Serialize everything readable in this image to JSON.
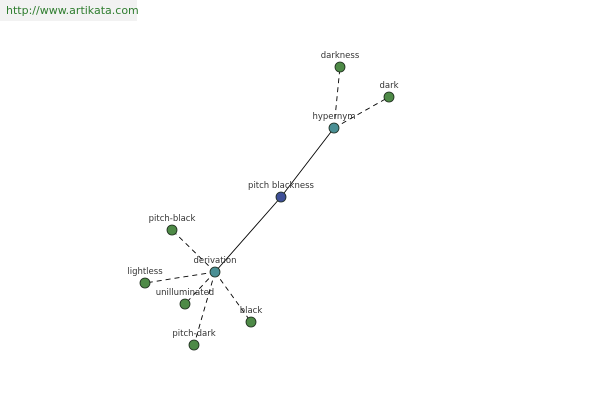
{
  "header": {
    "site_link": "http://www.artikata.com"
  },
  "graph": {
    "colors": {
      "center": "#3e4f96",
      "relation": "#4a8f94",
      "word": "#4e8a47"
    },
    "nodes": [
      {
        "id": "pitch-blackness",
        "label": "pitch blackness",
        "kind": "center"
      },
      {
        "id": "hypernym",
        "label": "hypernym",
        "kind": "relation"
      },
      {
        "id": "derivation",
        "label": "derivation",
        "kind": "relation"
      },
      {
        "id": "darkness",
        "label": "darkness",
        "kind": "word"
      },
      {
        "id": "dark",
        "label": "dark",
        "kind": "word"
      },
      {
        "id": "pitch-black",
        "label": "pitch-black",
        "kind": "word"
      },
      {
        "id": "lightless",
        "label": "lightless",
        "kind": "word"
      },
      {
        "id": "unilluminated",
        "label": "unilluminated",
        "kind": "word"
      },
      {
        "id": "black",
        "label": "black",
        "kind": "word"
      },
      {
        "id": "pitch-dark",
        "label": "pitch-dark",
        "kind": "word"
      }
    ],
    "edges": [
      {
        "from": "pitch-blackness",
        "to": "hypernym",
        "style": "solid"
      },
      {
        "from": "pitch-blackness",
        "to": "derivation",
        "style": "solid"
      },
      {
        "from": "hypernym",
        "to": "darkness",
        "style": "dashed"
      },
      {
        "from": "hypernym",
        "to": "dark",
        "style": "dashed"
      },
      {
        "from": "derivation",
        "to": "pitch-black",
        "style": "dashed"
      },
      {
        "from": "derivation",
        "to": "lightless",
        "style": "dashed"
      },
      {
        "from": "derivation",
        "to": "unilluminated",
        "style": "dashed"
      },
      {
        "from": "derivation",
        "to": "black",
        "style": "dashed"
      },
      {
        "from": "derivation",
        "to": "pitch-dark",
        "style": "dashed"
      }
    ]
  }
}
